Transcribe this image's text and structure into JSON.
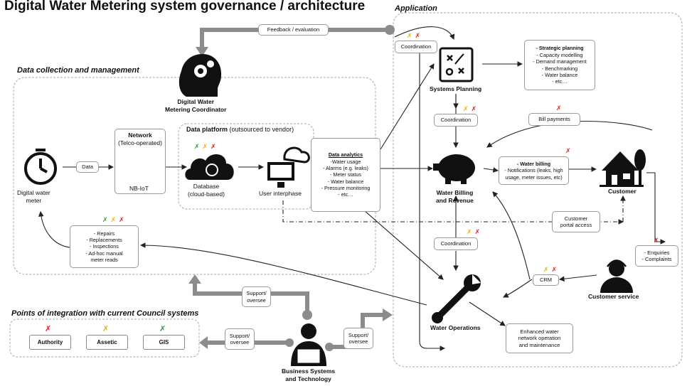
{
  "title": "Digital Water Metering system governance / architecture",
  "sections": {
    "data_collection": "Data collection and management",
    "application": "Application",
    "integration": "Points of integration with current Council systems"
  },
  "nodes": {
    "coordinator": "Digital Water\nMetering Coordinator",
    "meter": "Digital water\nmeter",
    "network_title": "Network",
    "network_sub": "(Telco-operated)",
    "nbiot": "NB-IoT",
    "platform_title": "Data platform",
    "platform_sub": " (outsourced to vendor)",
    "database": "Database\n(cloud-based)",
    "user_interphase": "User interphase",
    "systems_planning": "Systems Planning",
    "water_billing": "Water Billing\nand Revenue",
    "customer": "Customer",
    "customer_service": "Customer service",
    "water_operations": "Water Operations",
    "business_systems": "Business Systems\nand Technology"
  },
  "labels": {
    "feedback": "Feedback / evaluation",
    "data": "Data",
    "coordination_top": "Coordination",
    "coordination_mid": "Coordination",
    "coordination_low": "Coordination",
    "bill_payments": "Bill payments",
    "customer_portal": "Customer\nportal access",
    "crm": "CRM",
    "enquiries": "- Enquiries\n- Complaints",
    "support_left": "Support/\noversee",
    "support_mid": "Support/\noversee",
    "support_right": "Support/\noversee",
    "enhanced": "Enhanced water\nnetwork operation\nand maintenance"
  },
  "lists": {
    "analytics_heading": "Data analytics",
    "analytics": "-Water usage\n- Alarms (e.g. leaks)\n- Meter status\n- Water balance\n- Pressure monitoring\n- etc…",
    "strategic_heading": "- Strategic planning",
    "strategic": "- Capacity modelling\n- Demand management\n- Benchmarking\n- Water balance\n- etc…",
    "billing_heading": "- Water billing",
    "billing": "- Notifications (leaks, high\nusage, meter issues, etc)",
    "maintenance": "- Repairs\n- Replacements\n- Inspections\n- Ad-hoc manual\nmeter reads"
  },
  "systems": [
    {
      "label": "Authority",
      "mark": "✗",
      "color": "#e02424"
    },
    {
      "label": "Assetic",
      "mark": "✗",
      "color": "#e8b400"
    },
    {
      "label": "GIS",
      "mark": "✗",
      "color": "#2e9e3f"
    }
  ],
  "colors": {
    "red": "#e02424",
    "yellow": "#e8b400",
    "green": "#2e9e3f",
    "arrow_grey": "#8c8c8c"
  }
}
